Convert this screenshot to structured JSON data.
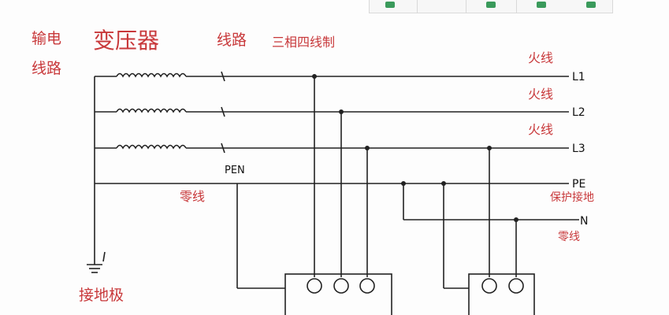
{
  "labels": {
    "transmission_line": [
      "输电",
      "线路"
    ],
    "transformer": "变压器",
    "line_system": "线路",
    "three_phase_four_wire": "三相四线制",
    "live_wire_1": "火线",
    "live_wire_2": "火线",
    "live_wire_3": "火线",
    "L1": "L1",
    "L2": "L2",
    "L3": "L3",
    "PEN": "PEN",
    "PE": "PE",
    "protective_earth": "保护接地",
    "N": "N",
    "neutral_right": "零线",
    "neutral_left": "零线",
    "ground_electrode": "接地极"
  },
  "colors": {
    "wire": "#222222",
    "label_red": "#c8383a",
    "label_black": "#111111",
    "toolbar_accent": "#3a9a5b"
  }
}
